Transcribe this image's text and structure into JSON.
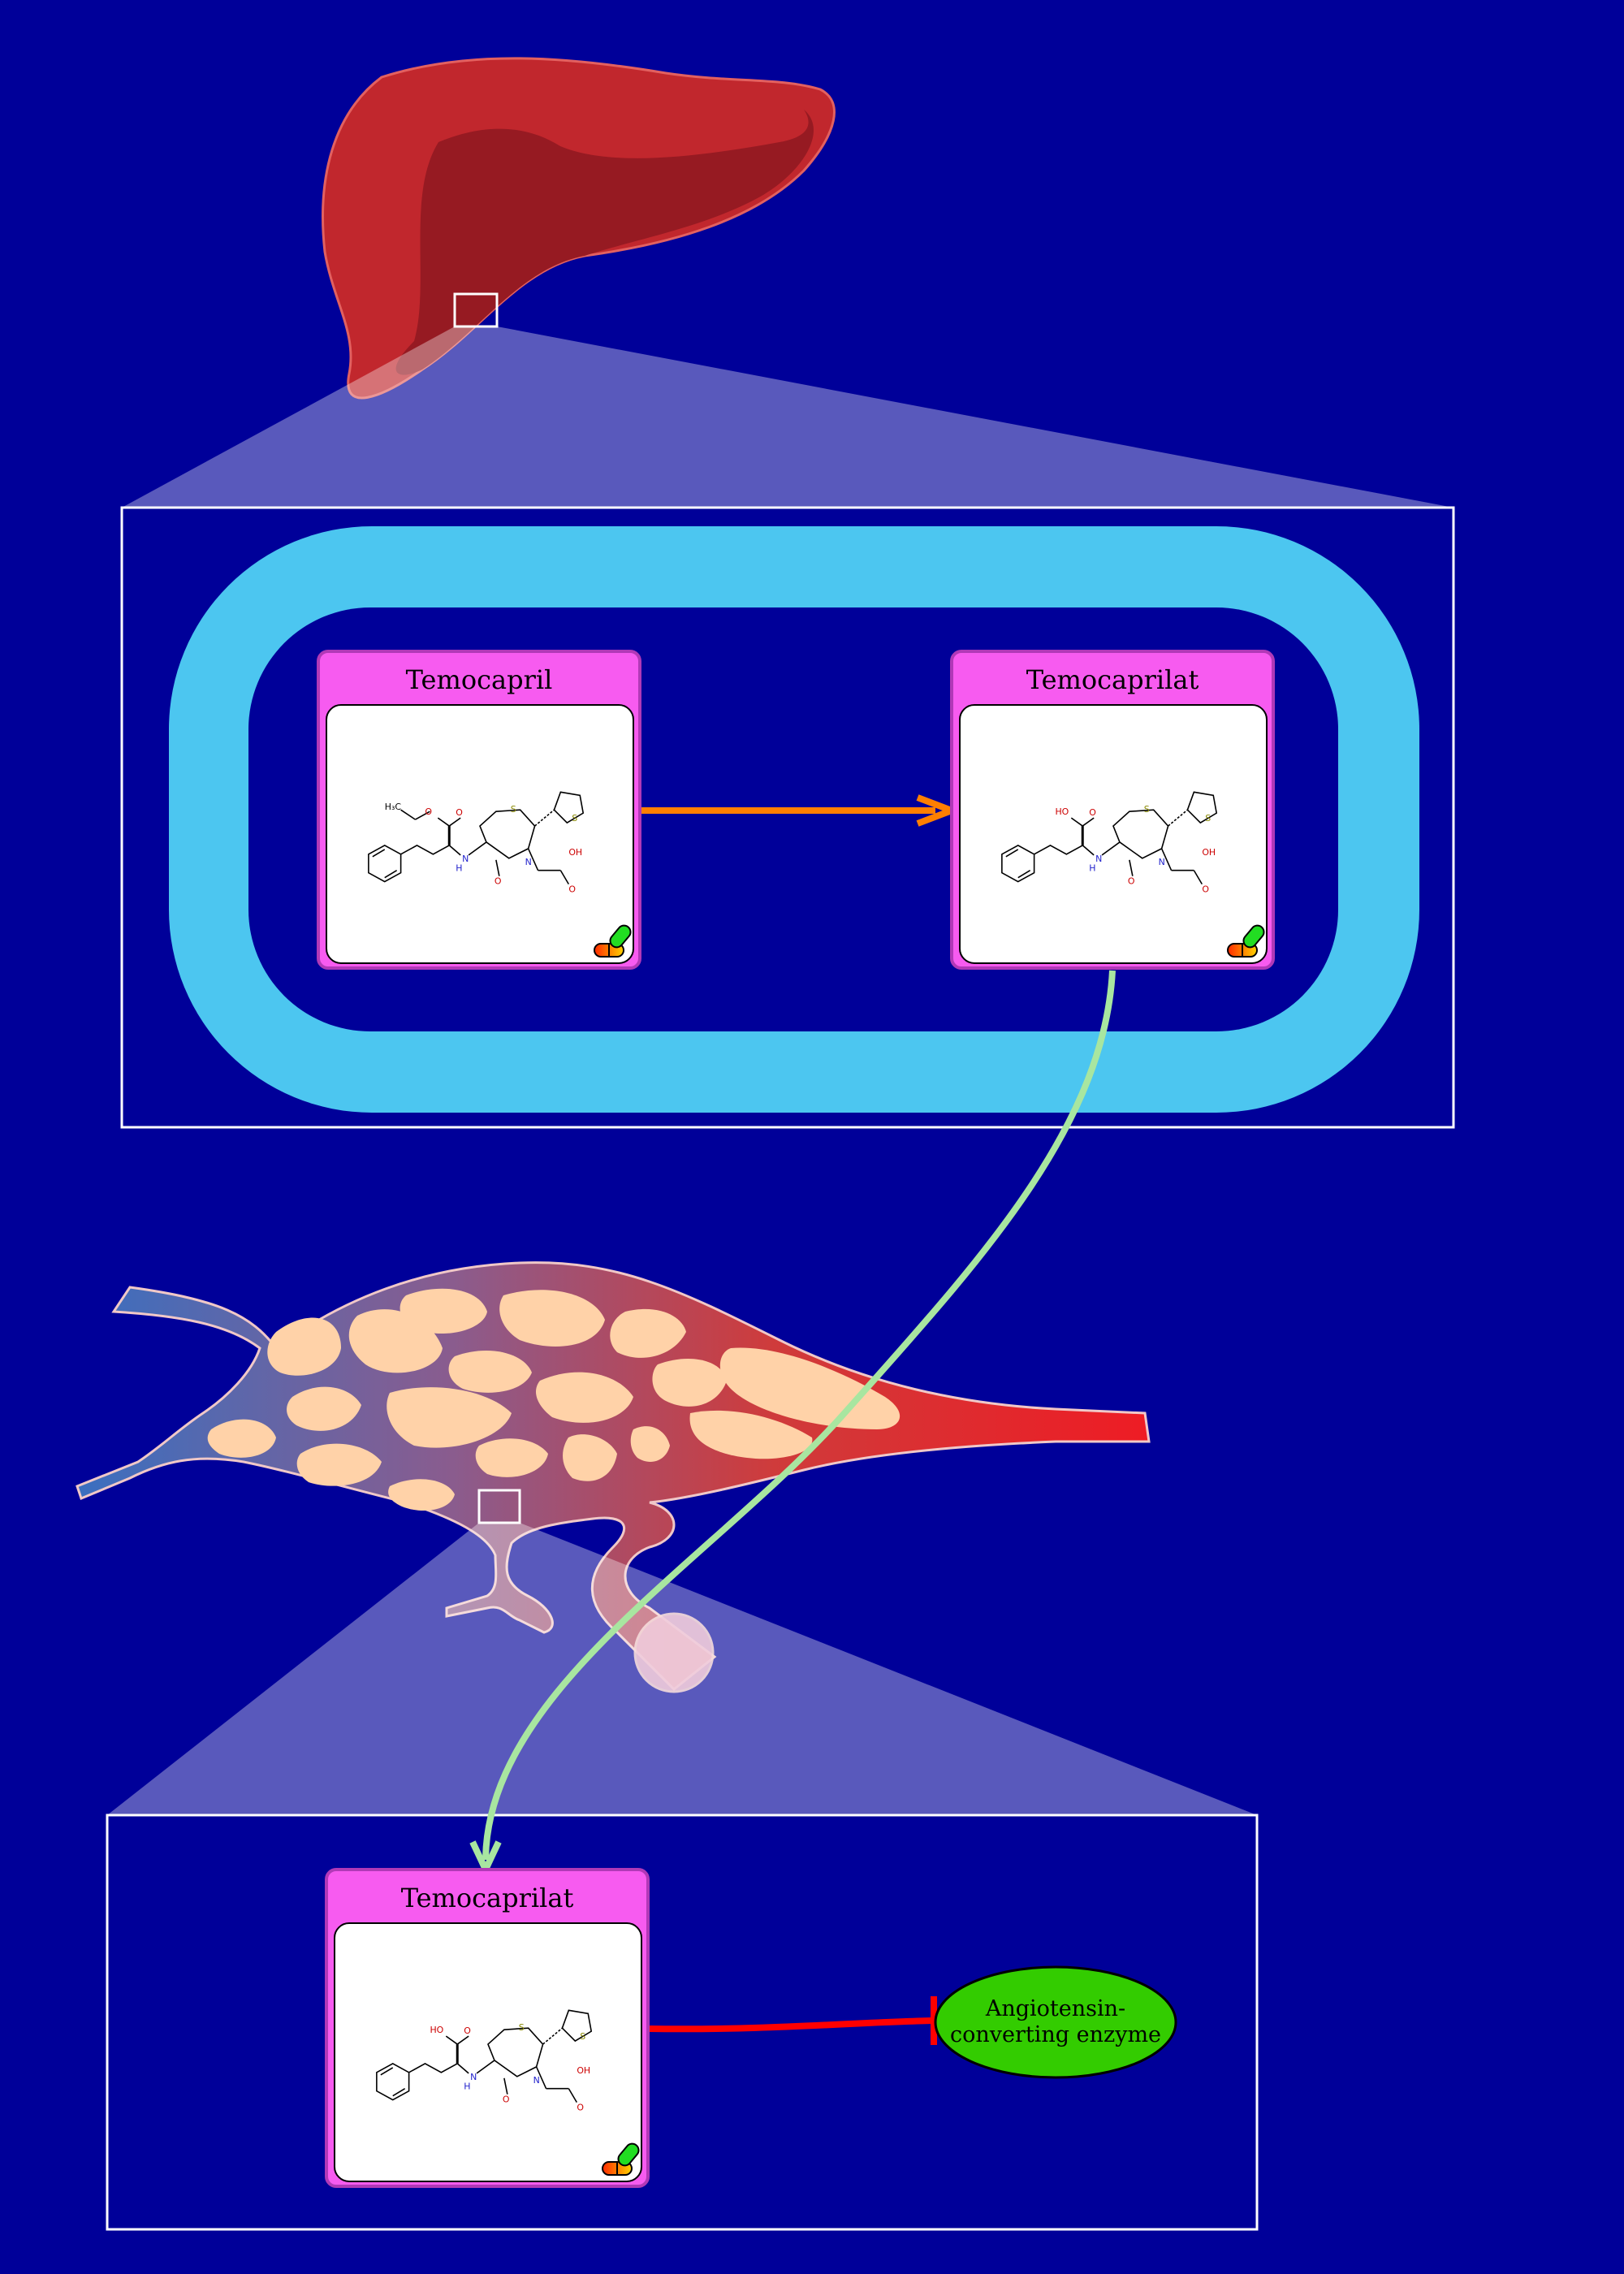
{
  "colors": {
    "background": "#000099",
    "liver": "#c1272d",
    "liver_dark": "#961a22",
    "membrane": "#4cc6f0",
    "card_header": "#f75bf0",
    "card_border": "#b139b7",
    "conversion_arrow": "#ff7f00",
    "transport_arrow": "#a8e6a0",
    "inhibition": "#ff0000",
    "enzyme": "#33cc00",
    "zoom_frame": "#ffffff"
  },
  "liver_compartment": {
    "prodrug": {
      "label": "Temocapril",
      "icon": "capsule-icon"
    },
    "metabolite": {
      "label": "Temocaprilat",
      "icon": "capsule-icon"
    }
  },
  "tissue_compartment": {
    "drug": {
      "label": "Temocaprilat",
      "icon": "capsule-icon"
    },
    "target": {
      "line1": "Angiotensin-",
      "line2": "converting enzyme"
    }
  }
}
